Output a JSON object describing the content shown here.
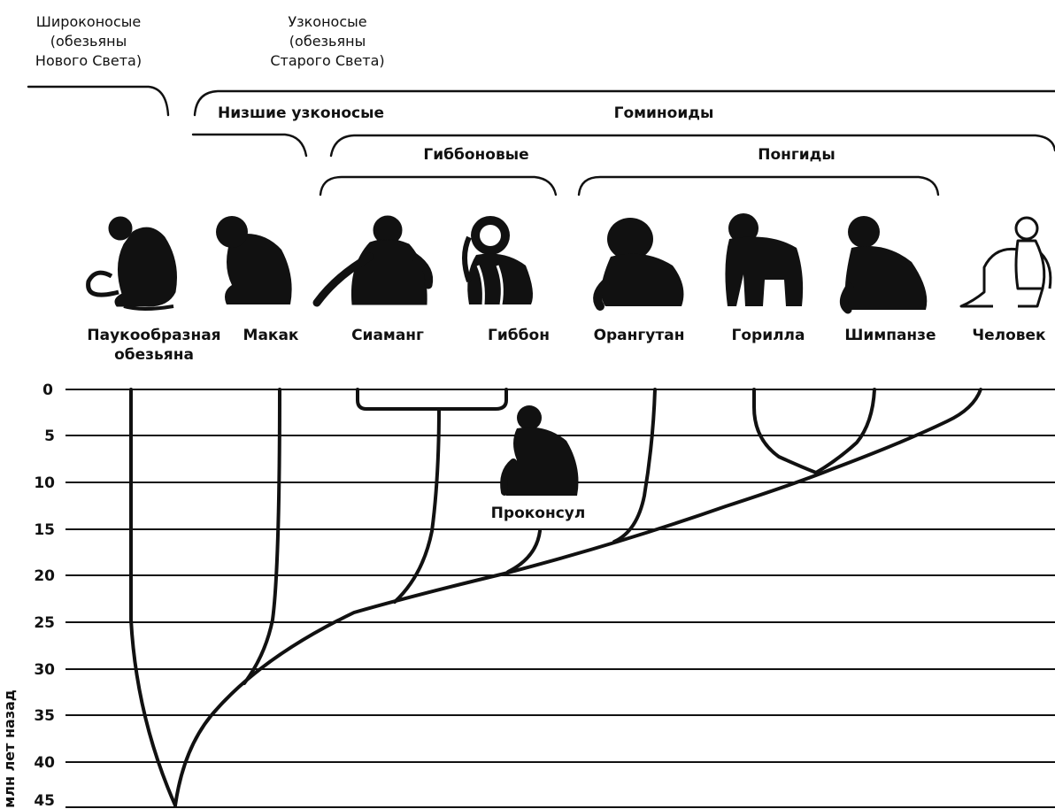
{
  "top_labels": {
    "platyrrhini": [
      "Широконосые",
      "(обезьяны",
      "Нового Света)"
    ],
    "catarrhini": [
      "Узконосые",
      "(обезьяны",
      "Старого Света)"
    ]
  },
  "groups": {
    "lower_catarrhini": "Низшие узконосые",
    "hominoids": "Гоминоиды",
    "gibbons": "Гиббоновые",
    "pongids": "Понгиды"
  },
  "species": [
    {
      "key": "spider_monkey",
      "label_lines": [
        "Паукообразная",
        "обезьяна"
      ]
    },
    {
      "key": "macaque",
      "label_lines": [
        "Макак"
      ]
    },
    {
      "key": "siamang",
      "label_lines": [
        "Сиаманг"
      ]
    },
    {
      "key": "gibbon",
      "label_lines": [
        "Гиббон"
      ]
    },
    {
      "key": "orangutan",
      "label_lines": [
        "Орангутан"
      ]
    },
    {
      "key": "gorilla",
      "label_lines": [
        "Горилла"
      ]
    },
    {
      "key": "chimpanzee",
      "label_lines": [
        "Шимпанзе"
      ]
    },
    {
      "key": "human",
      "label_lines": [
        "Человек"
      ]
    }
  ],
  "fossil": {
    "label": "Проконсул"
  },
  "axis": {
    "title": "млн лет назад",
    "ticks": [
      "0",
      "5",
      "10",
      "15",
      "20",
      "25",
      "30",
      "35",
      "40",
      "45"
    ]
  },
  "colors": {
    "ink": "#111111",
    "paper": "#ffffff"
  },
  "icons": [
    "spider-monkey-icon",
    "macaque-icon",
    "siamang-icon",
    "gibbon-icon",
    "orangutan-icon",
    "gorilla-icon",
    "chimpanzee-icon",
    "human-icon",
    "proconsul-icon"
  ]
}
